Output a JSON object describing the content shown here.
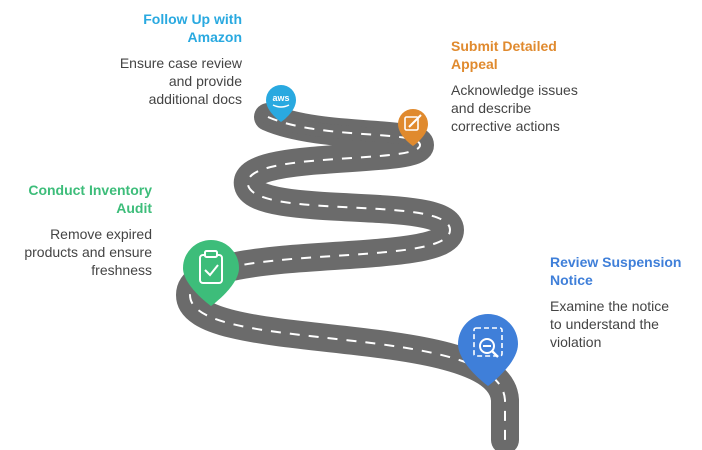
{
  "colors": {
    "road": "#6b6b6b",
    "road_dash": "#ffffff",
    "follow_up": "#29a9e0",
    "submit": "#e08a2e",
    "inventory": "#3dbd7a",
    "review": "#3f7fd9",
    "desc_text": "#444444"
  },
  "steps": [
    {
      "title_lines": [
        "Follow Up with",
        "Amazon"
      ],
      "desc_lines": [
        "Ensure case review",
        "and provide",
        "additional docs"
      ],
      "icon": "aws-icon"
    },
    {
      "title_lines": [
        "Submit Detailed",
        "Appeal"
      ],
      "desc_lines": [
        "Acknowledge issues",
        "and describe",
        "corrective actions"
      ],
      "icon": "edit-icon"
    },
    {
      "title_lines": [
        "Conduct Inventory",
        "Audit"
      ],
      "desc_lines": [
        "Remove expired",
        "products and ensure",
        "freshness"
      ],
      "icon": "clipboard-icon"
    },
    {
      "title_lines": [
        "Review Suspension",
        "Notice"
      ],
      "desc_lines": [
        "Examine the notice",
        "to understand the",
        "violation"
      ],
      "icon": "search-icon"
    }
  ],
  "aws_text": "aws"
}
